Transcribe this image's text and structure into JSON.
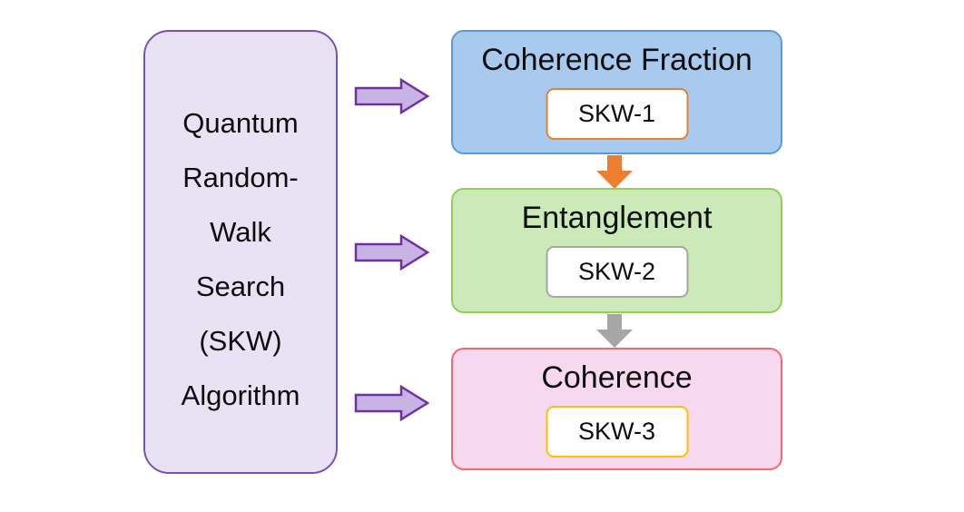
{
  "diagram": {
    "description": "Quantum random-walk search algorithm mapped to three quantum resource metrics"
  },
  "algorithm": {
    "lines": [
      "Quantum",
      "Random-",
      "Walk",
      "Search",
      "(SKW)",
      "Algorithm"
    ]
  },
  "metrics": [
    {
      "title": "Coherence Fraction",
      "tag": "SKW-1"
    },
    {
      "title": "Entanglement",
      "tag": "SKW-2"
    },
    {
      "title": "Coherence",
      "tag": "SKW-3"
    }
  ],
  "palette": {
    "algorithm_fill": "#E9E2F5",
    "algorithm_border": "#7B52AB",
    "side_arrow_fill": "#C8B4E4",
    "side_arrow_border": "#7030A0",
    "metric_blue_fill": "#A8CAEE",
    "metric_blue_border": "#5B9BD5",
    "metric_green_fill": "#CBEAB8",
    "metric_green_border": "#92D050",
    "metric_pink_fill": "#F6D9EF",
    "metric_pink_border": "#F4696F",
    "tag_border_1": "#ED7D31",
    "tag_border_2": "#A6A6A6",
    "tag_border_3": "#FFC000",
    "flow_arrow_1": "#ED7D31",
    "flow_arrow_2": "#A6A6A6"
  }
}
